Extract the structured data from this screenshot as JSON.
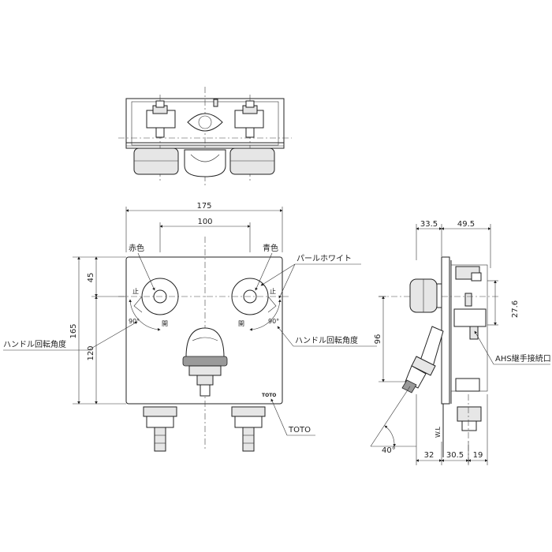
{
  "front_view": {
    "dim_total_width": "175",
    "dim_inner_width": "100",
    "dim_total_height": "165",
    "dim_lower_height": "120",
    "dim_upper_height": "45",
    "label_red": "赤色",
    "label_blue": "青色",
    "label_pearl_white": "パールホワイト",
    "label_handle_angle_left": "ハンドル回転角度",
    "label_handle_angle_right": "ハンドル回転角度",
    "angle_left": "90°",
    "angle_right": "90°",
    "mark_stop_left": "止",
    "mark_stop_right": "止",
    "mark_open_left": "開",
    "mark_open_right": "開",
    "brand_logo": "TOTO",
    "label_toto": "TOTO"
  },
  "side_view": {
    "dim_top_left": "33.5",
    "dim_top_right": "49.5",
    "dim_right_vertical": "27.6",
    "dim_left_vertical": "96",
    "dim_bottom_1": "32",
    "dim_bottom_2": "30.5",
    "dim_bottom_3": "19",
    "label_ahs": "AHS継手接続口",
    "label_wall": "W.L",
    "angle": "40°"
  }
}
